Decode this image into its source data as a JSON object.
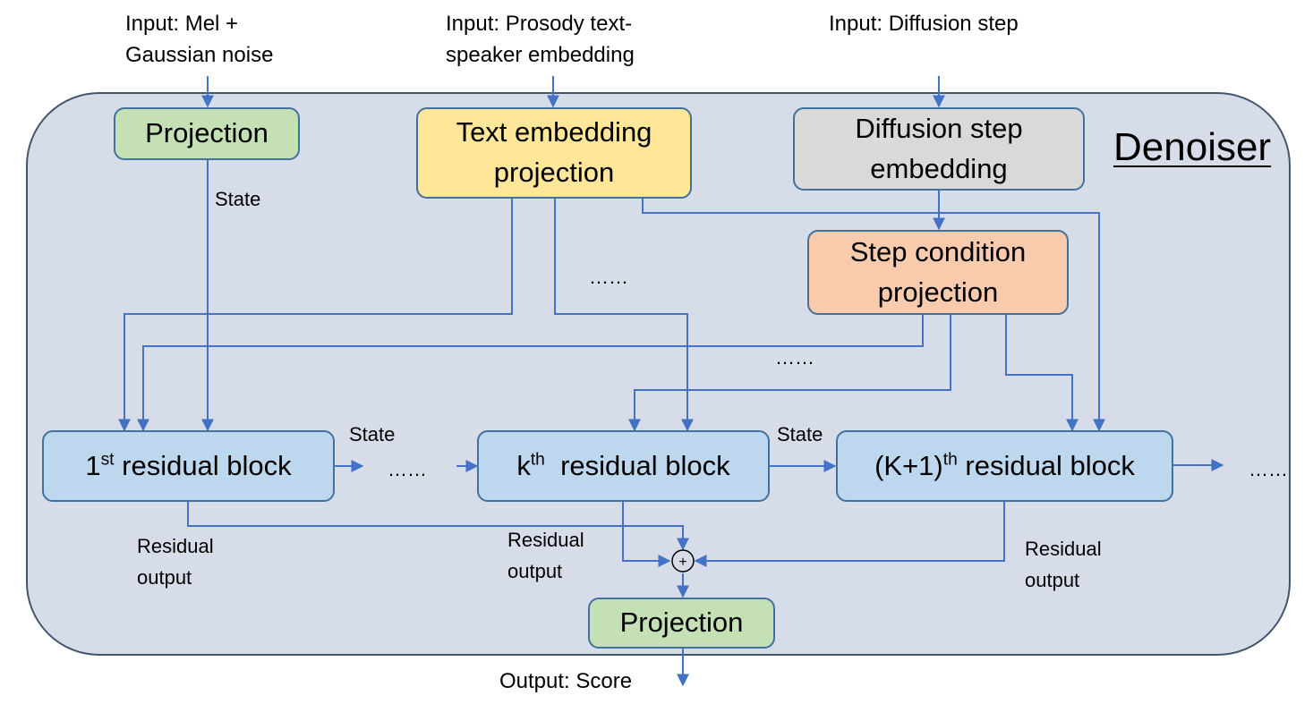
{
  "title": "Denoiser",
  "inputs": {
    "mel_line1": "Input: Mel +",
    "mel_line2": "Gaussian noise",
    "prosody_line1": "Input: Prosody text-",
    "prosody_line2": "speaker embedding",
    "diffusion": "Input: Diffusion step"
  },
  "boxes": {
    "input_projection": "Projection",
    "text_proj_line1": "Text embedding",
    "text_proj_line2": "projection",
    "diff_emb_line1": "Diffusion step",
    "diff_emb_line2": "embedding",
    "step_proj_line1": "Step condition",
    "step_proj_line2": "projection",
    "block1_prefix": "1",
    "block1_sup": "st",
    "block1_suffix": " residual block",
    "blockk_prefix": "k",
    "blockk_sup": "th",
    "blockk_suffix": "  residual block",
    "blockk1_prefix": "(K+1)",
    "blockk1_sup": "th",
    "blockk1_suffix": " residual block",
    "output_projection": "Projection"
  },
  "labels": {
    "state": "State",
    "ellipsis": "……",
    "residual_line1": "Residual",
    "residual_line2": "output",
    "output": "Output: Score",
    "plus": "+"
  },
  "colors": {
    "panel": "#d6dde8",
    "line": "#4472c4",
    "green": "#c5e0b4",
    "yellow": "#ffe699",
    "gray": "#d9d9d9",
    "orange": "#f8cbad",
    "blue": "#bdd7ee"
  }
}
